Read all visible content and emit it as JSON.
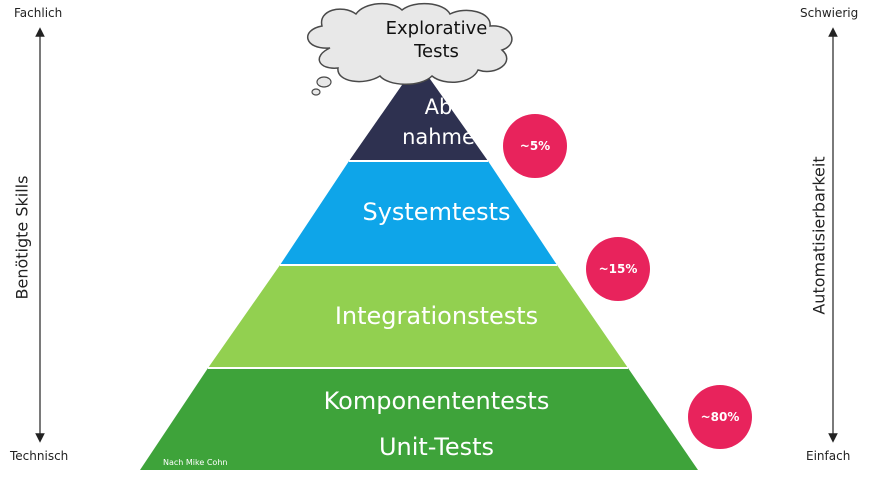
{
  "left_axis": {
    "top_label": "Fachlich",
    "bottom_label": "Technisch",
    "title": "Benötigte Skills"
  },
  "right_axis": {
    "top_label": "Schwierig",
    "bottom_label": "Einfach",
    "title": "Automatisierbarkeit"
  },
  "cloud": {
    "line1": "Explorative",
    "line2": "Tests"
  },
  "layers": {
    "acceptance": {
      "line1": "Ab",
      "line2": "nahme",
      "color": "#2e3150"
    },
    "system": {
      "label": "Systemtests",
      "color": "#0ea5e9"
    },
    "integration": {
      "label": "Integrationstests",
      "color": "#92d050"
    },
    "component": {
      "line1": "Komponententests",
      "line2": "Unit-Tests",
      "color": "#3ea33a"
    }
  },
  "badges": {
    "acceptance": "~5%",
    "integration": "~15%",
    "component": "~80%"
  },
  "badge_color": "#e8235c",
  "credit": "Nach Mike Cohn"
}
